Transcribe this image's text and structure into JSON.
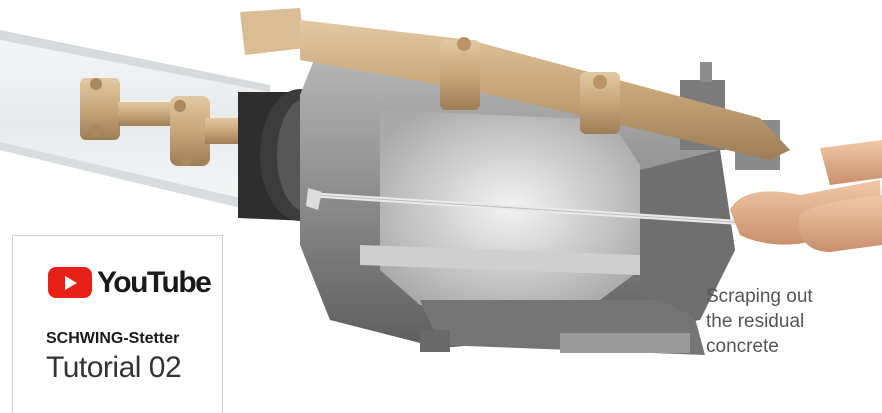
{
  "brand": {
    "logo_icon": "youtube-play-icon",
    "logo_text": "YouTube",
    "play_color": "#e62117"
  },
  "card": {
    "company": "SCHWING-Stetter",
    "title": "Tutorial 02"
  },
  "caption": {
    "line1": "Scraping out",
    "line2": "the residual",
    "line3": "concrete"
  },
  "colors": {
    "housing_gray": "#8a8a8a",
    "shaft_tan": "#c9a97c",
    "caption_text": "#555555"
  }
}
